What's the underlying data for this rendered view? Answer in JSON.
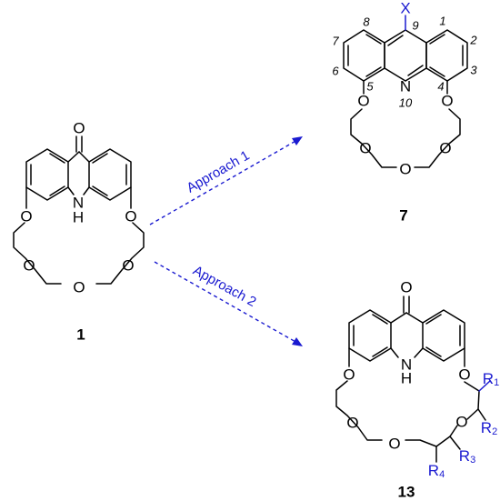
{
  "compound_1": {
    "id": "1",
    "atoms": {
      "carbonyl_o": "O",
      "nh": "N",
      "h": "H",
      "o1": "O",
      "o2": "O",
      "o3": "O",
      "o4": "O",
      "o5": "O"
    }
  },
  "compound_7": {
    "id": "7",
    "substituent": "X",
    "atoms": {
      "n": "N",
      "o1": "O",
      "o2": "O",
      "o3": "O",
      "o4": "O",
      "o5": "O"
    },
    "numbering": {
      "n1": "1",
      "n2": "2",
      "n3": "3",
      "n4": "4",
      "n5": "5",
      "n6": "6",
      "n7": "7",
      "n8": "8",
      "n9": "9",
      "n10": "10"
    }
  },
  "compound_13": {
    "id": "13",
    "atoms": {
      "carbonyl_o": "O",
      "nh": "N",
      "h": "H",
      "o1": "O",
      "o2": "O",
      "o3": "O",
      "o4": "O",
      "o5": "O"
    },
    "substituents": {
      "r1": {
        "base": "R",
        "sub": "1"
      },
      "r2": {
        "base": "R",
        "sub": "2"
      },
      "r3": {
        "base": "R",
        "sub": "3"
      },
      "r4": {
        "base": "R",
        "sub": "4"
      }
    }
  },
  "arrows": {
    "approach_1": "Approach 1",
    "approach_2": "Approach 2"
  },
  "colors": {
    "ink": "#000000",
    "accent": "#1a1ad0"
  }
}
